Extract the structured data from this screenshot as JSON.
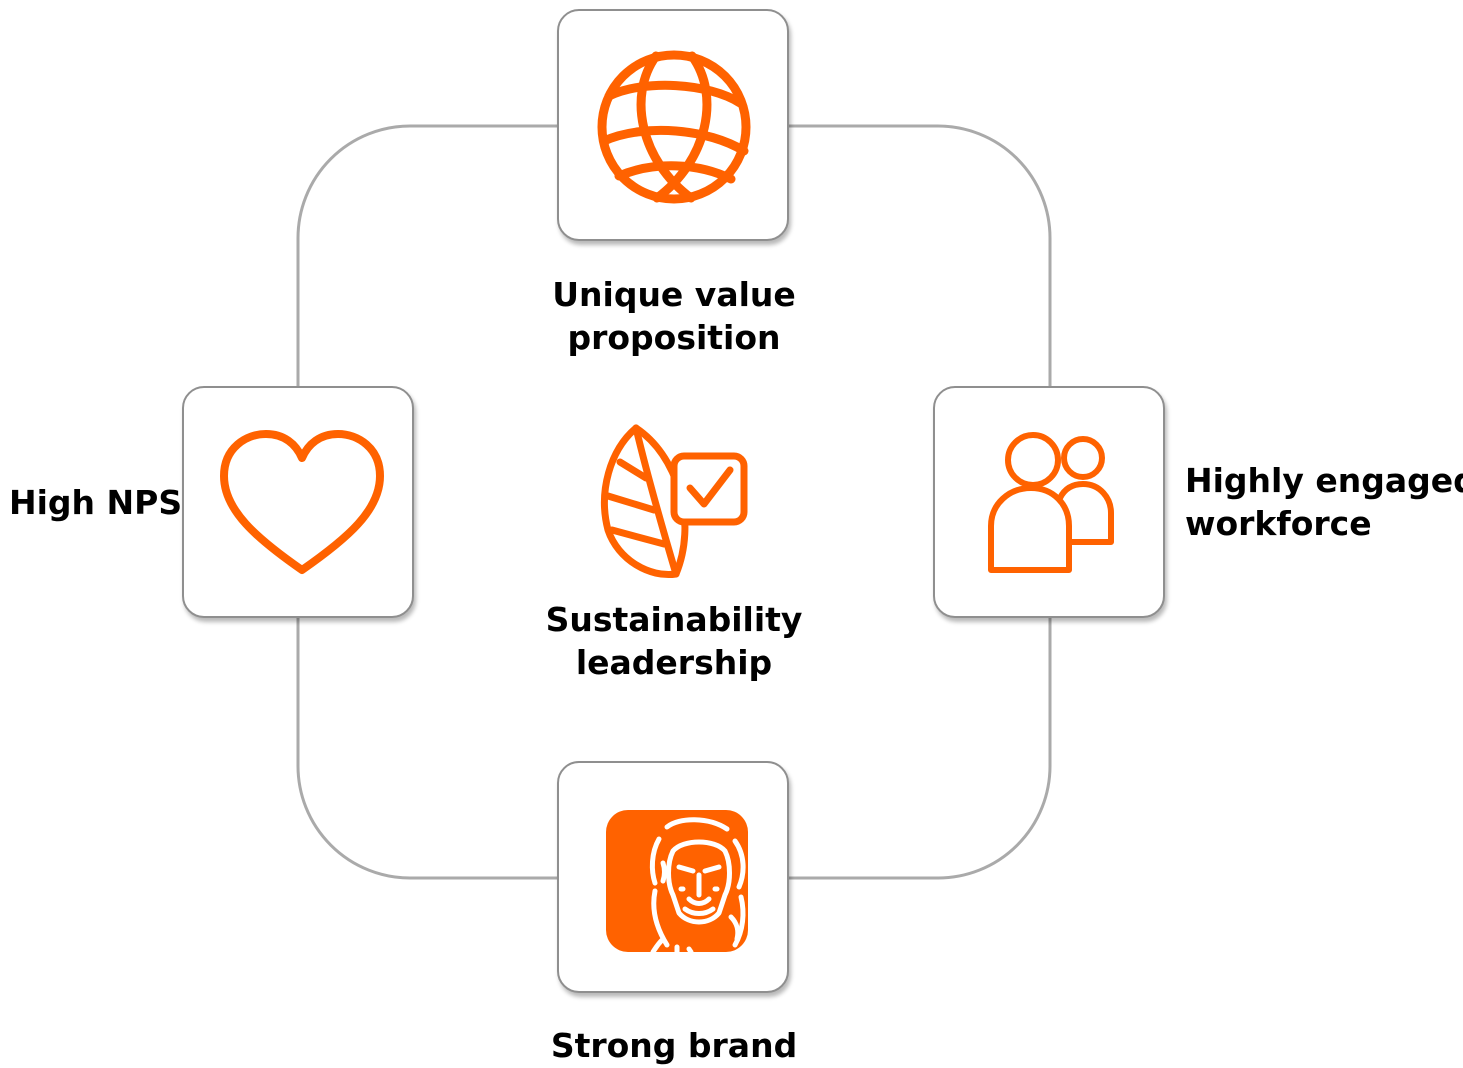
{
  "colors": {
    "accent": "#ff6200",
    "connector": "#aaaaaa",
    "card_border": "#8f8f8f",
    "text": "#000000"
  },
  "nodes": {
    "top": {
      "icon": "globe-icon",
      "line1": "Unique value",
      "line2": "proposition"
    },
    "left": {
      "icon": "heart-icon",
      "line1": "High NPS"
    },
    "right": {
      "icon": "people-icon",
      "line1": "Highly engaged",
      "line2": "workforce"
    },
    "bottom": {
      "icon": "lion-logo-icon",
      "line1": "Strong brand"
    },
    "center": {
      "icon": "leaf-checkbox-icon",
      "line1": "Sustainability",
      "line2": "leadership"
    }
  }
}
